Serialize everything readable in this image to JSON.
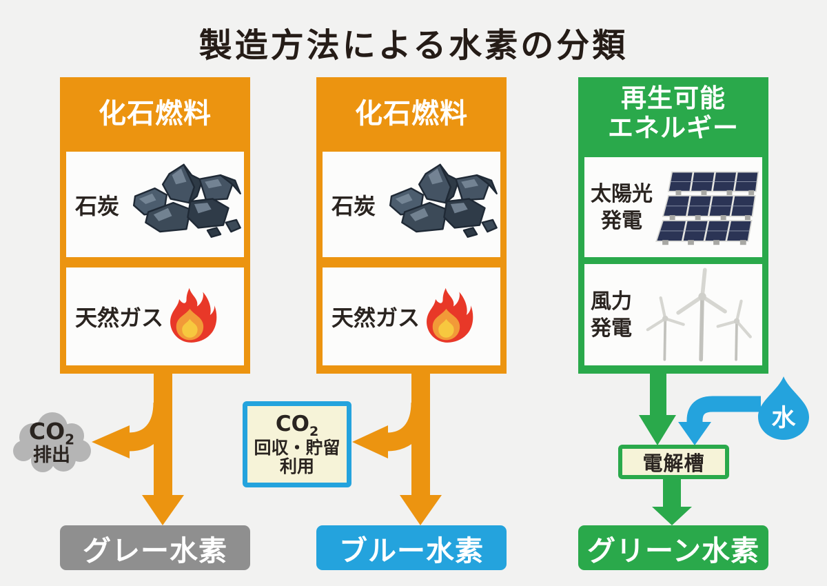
{
  "title": "製造方法による水素の分類",
  "columns": {
    "gray": {
      "header": "化石燃料",
      "fuel_coal": "石炭",
      "fuel_gas": "天然ガス",
      "result": "グレー水素"
    },
    "blue": {
      "header": "化石燃料",
      "fuel_coal": "石炭",
      "fuel_gas": "天然ガス",
      "result": "ブルー水素"
    },
    "green": {
      "header_line1": "再生可能",
      "header_line2": "エネルギー",
      "solar_line1": "太陽光",
      "solar_line2": "発電",
      "wind_line1": "風力",
      "wind_line2": "発電",
      "result": "グリーン水素"
    }
  },
  "callouts": {
    "co2_emission": {
      "prefix": "CO",
      "subscript": "2",
      "line2": "排出"
    },
    "co2_capture": {
      "prefix": "CO",
      "subscript": "2",
      "line2": "回収・貯留",
      "line3": "利用"
    },
    "electrolyzer": "電解槽",
    "water": "水"
  },
  "icons": {
    "coal": "coal-pile-illustration",
    "flame": "flame-icon",
    "solar": "solar-panel-illustration",
    "wind": "wind-turbines-illustration",
    "water_drop": "water-drop-icon",
    "co2_cloud": "cloud-shape"
  },
  "colors": {
    "background": "#F2F2F1",
    "orange": "#EC9410",
    "green": "#2AA94B",
    "blue": "#24A3DD",
    "gray_result": "#8F8F8F",
    "cloud_gray": "#B5B5B5",
    "cream": "#F6F3D8",
    "text_dark": "#2A2420",
    "white": "#FFFFFF"
  }
}
